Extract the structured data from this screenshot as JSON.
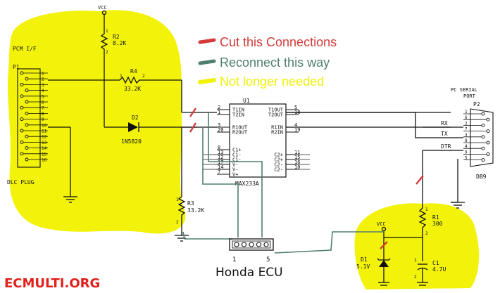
{
  "colors": {
    "highlight": "#f2f20a",
    "cut": "#d33a3a",
    "reconnect": "#4f7f6d",
    "ink": "#111111",
    "watermark": "#e0201a"
  },
  "legend": {
    "cut": "Cut this Connections",
    "reconnect": "Reconnect this way",
    "unneeded": "Not longer needed"
  },
  "vcc": "VCC",
  "pcm_label": "PCM I/F",
  "p1": {
    "ref": "P1",
    "pins": [
      "1",
      "2",
      "3",
      "4",
      "5",
      "6",
      "7",
      "8",
      "9",
      "10",
      "11",
      "12",
      "13",
      "14",
      "15",
      "16"
    ],
    "plug_label": "DLC PLUG"
  },
  "r2": {
    "ref": "R2",
    "value": "8.2K",
    "pin_a": "1",
    "pin_b": "2"
  },
  "r4": {
    "ref": "R4",
    "value": "33.2K",
    "pin_a": "1",
    "pin_b": "2"
  },
  "d2": {
    "ref": "D2",
    "part": "1N5820"
  },
  "r3": {
    "ref": "R3",
    "value": "33.2K",
    "pin_a": "1",
    "pin_b": "2"
  },
  "u1": {
    "ref": "U1",
    "part": "MAX233A",
    "left_pins": [
      {
        "num": "2",
        "name": "T1IN"
      },
      {
        "num": "1",
        "name": "T2IN"
      },
      {
        "num": "3",
        "name": "R1OUT"
      },
      {
        "num": "20",
        "name": "R2OUT"
      },
      {
        "num": "8",
        "name": "C1+"
      },
      {
        "num": "13",
        "name": "C1-"
      },
      {
        "num": "12",
        "name": "C1-"
      },
      {
        "num": "17",
        "name": "V-"
      },
      {
        "num": "14",
        "name": "V-"
      },
      {
        "num": "7",
        "name": "V+"
      }
    ],
    "right_pins": [
      {
        "num": "5",
        "name": "T1OUT"
      },
      {
        "num": "18",
        "name": "T2OUT"
      },
      {
        "num": "4",
        "name": "R1IN"
      },
      {
        "num": "19",
        "name": "R2IN"
      },
      {
        "num": "11",
        "name": "C2+"
      },
      {
        "num": "15",
        "name": "C2+"
      },
      {
        "num": "16",
        "name": "C2-"
      },
      {
        "num": "10",
        "name": "C2-"
      }
    ]
  },
  "p2": {
    "title_line1": "PC SERIAL",
    "title_line2": "PORT",
    "ref": "P2",
    "pins": [
      "1",
      "6",
      "2",
      "7",
      "3",
      "8",
      "4",
      "9",
      "5"
    ],
    "type": "DB9"
  },
  "signals": {
    "rx": "RX",
    "tx": "TX",
    "dtr": "DTR"
  },
  "r1": {
    "ref": "R1",
    "value": "300",
    "pin_a": "1",
    "pin_b": "2"
  },
  "d1": {
    "ref": "D1",
    "value": "5.1V"
  },
  "c1": {
    "ref": "C1",
    "value": "4.7U",
    "pin_a": "1",
    "pin_b": "2"
  },
  "ecu": {
    "label": "Honda ECU",
    "pin_left": "1",
    "pin_right": "5"
  },
  "watermark": "ECMULTI.ORG"
}
